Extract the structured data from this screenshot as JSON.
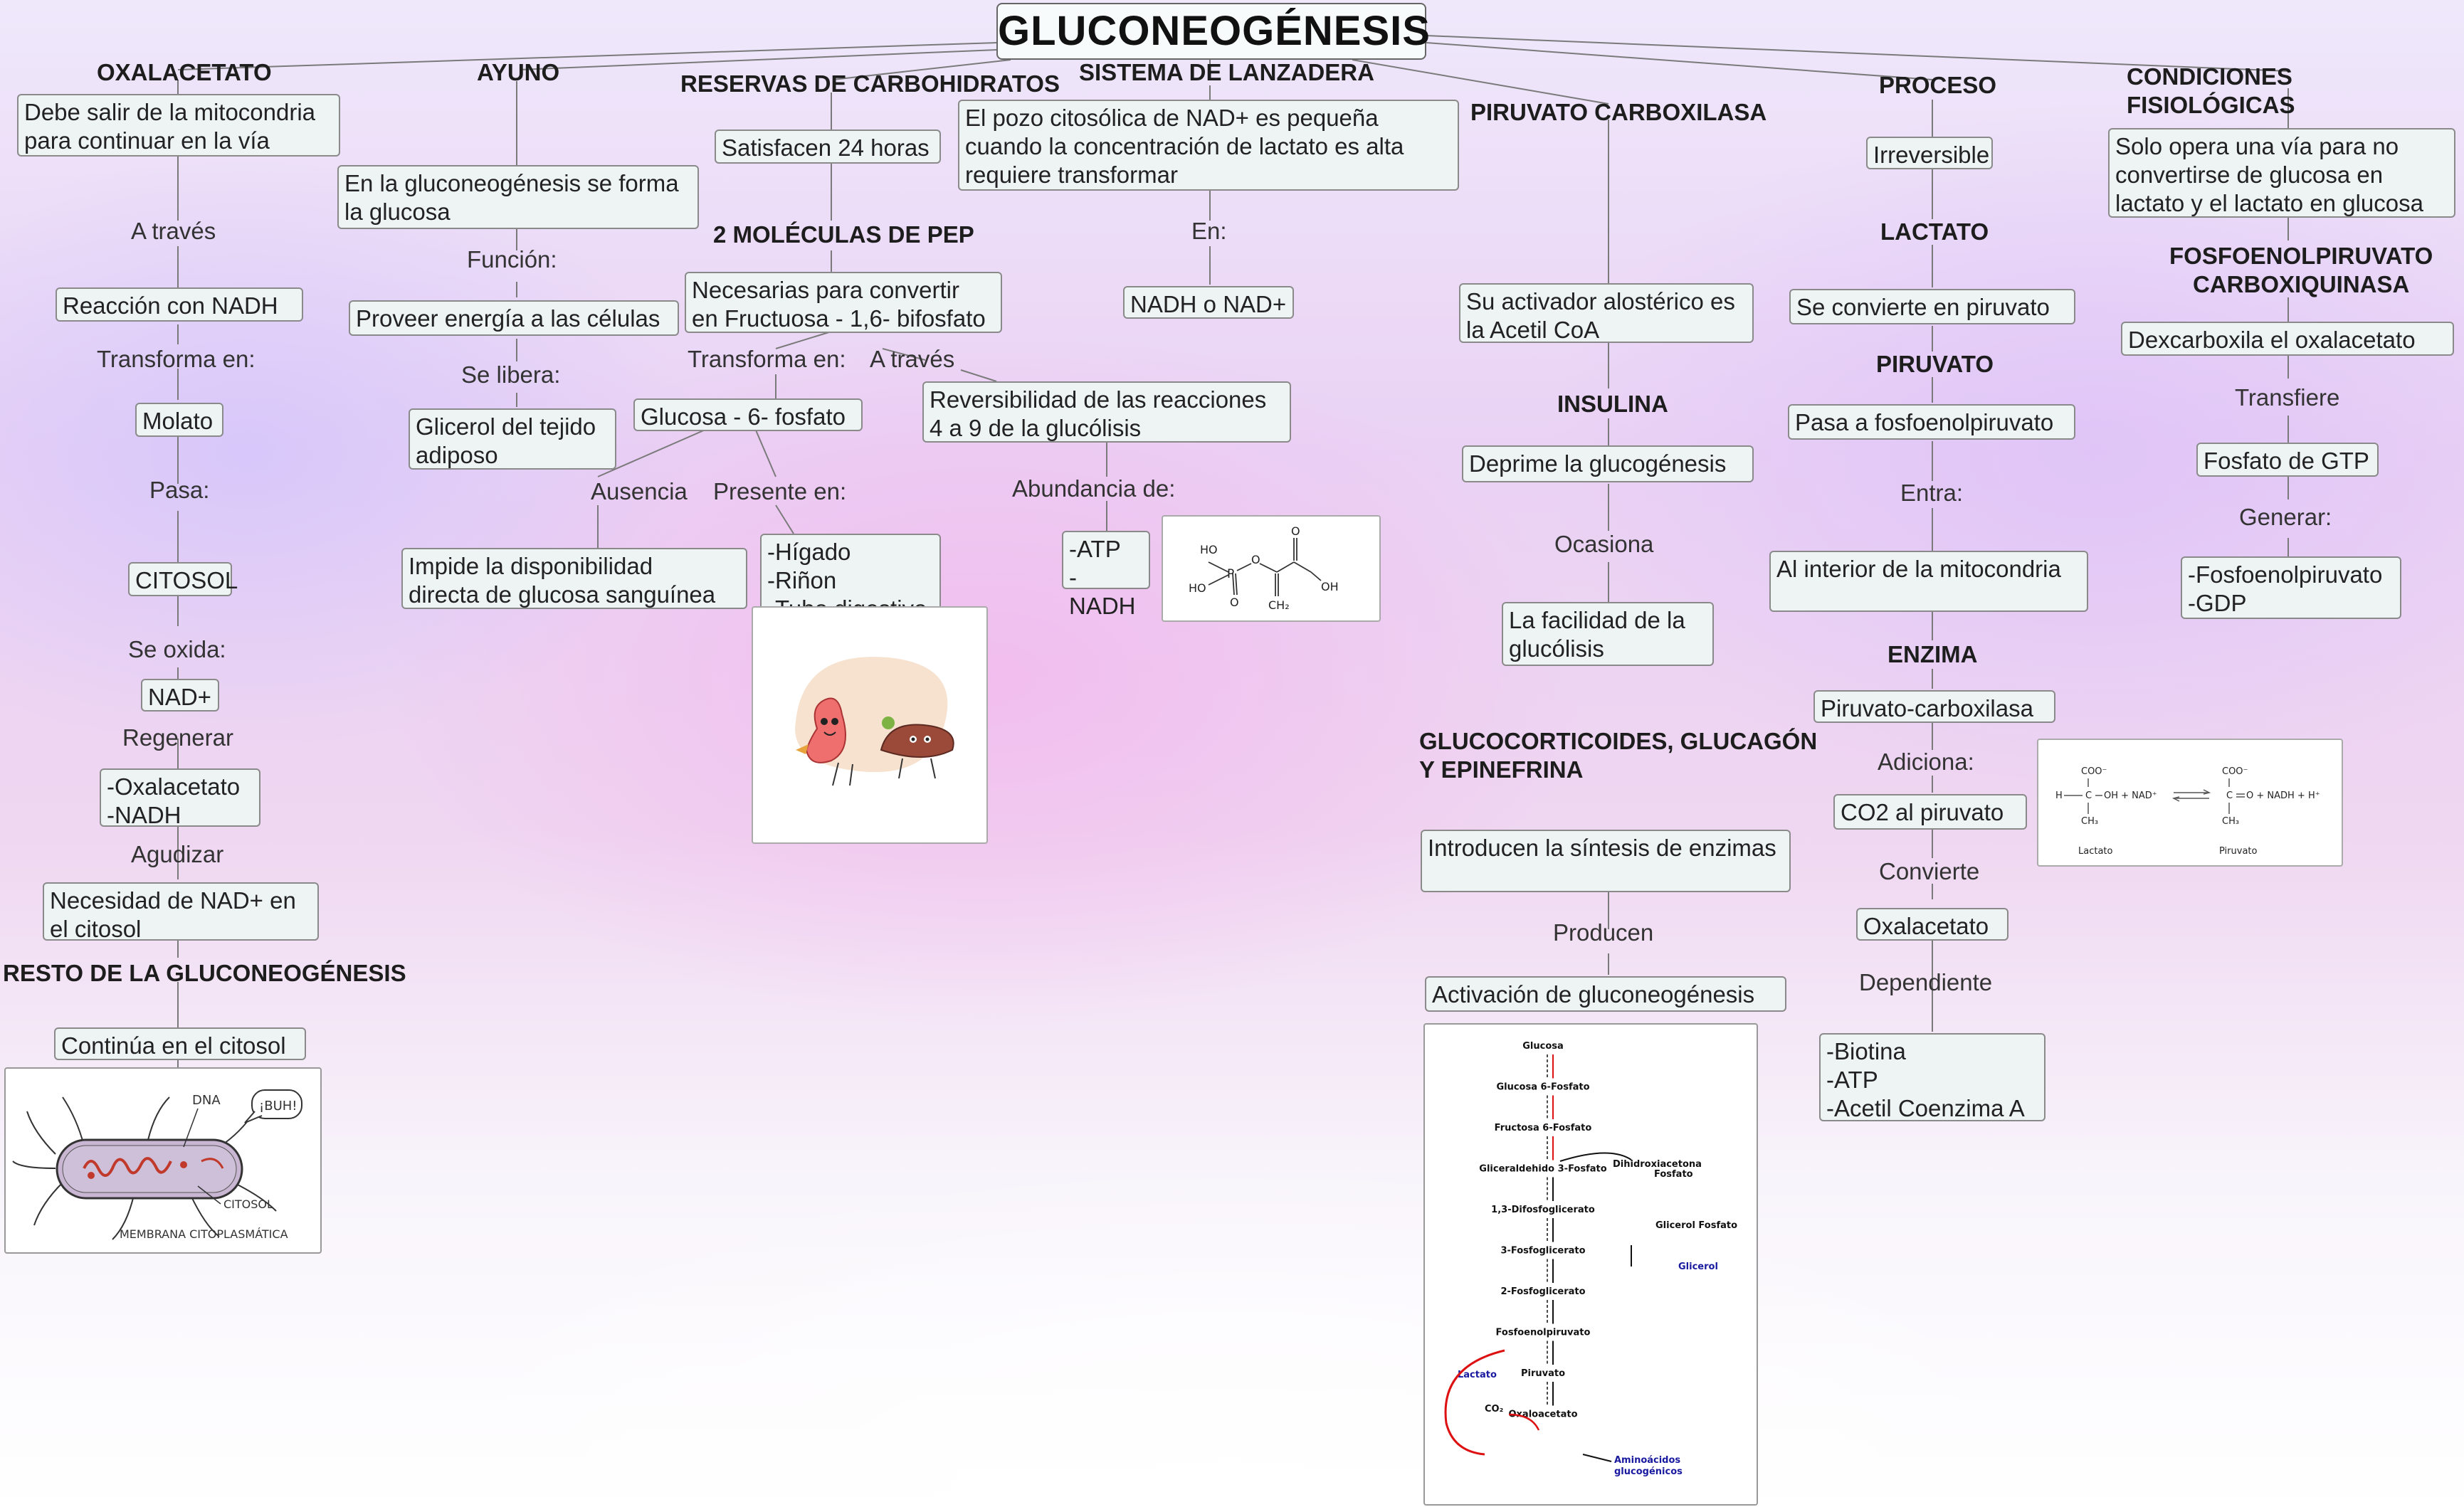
{
  "title": "GLUCONEOGÉNESIS",
  "oxalacetato": {
    "heading": "OXALACETATO",
    "box1": "Debe salir de la mitocondria\npara continuar en la vía",
    "l1": "A través",
    "box2": "Reacción con NADH",
    "l2": "Transforma en:",
    "box3": "Molato",
    "l3": "Pasa:",
    "box4": "CITOSOL",
    "l4": "Se oxida:",
    "box5": "NAD+",
    "l5": "Regenerar",
    "box6": "-Oxalacetato\n-NADH",
    "l6": "Agudizar",
    "box7": "Necesidad de NAD+ en\nel citosol",
    "heading2": "RESTO DE LA GLUCONEOGÉNESIS",
    "box8": "Continúa en el citosol",
    "img_labels": {
      "dna": "DNA",
      "buh": "¡BUH!",
      "citosol": "CITOSOL",
      "membrana": "MEMBRANA CITOPLASMÁTICA"
    }
  },
  "ayuno": {
    "heading": "AYUNO",
    "box1": "En la gluconeogénesis se forma\nla glucosa",
    "l1": "Función:",
    "box2": "Proveer energía a las células",
    "l2": "Se libera:",
    "box3": "Glicerol del tejido\nadiposo"
  },
  "reservas": {
    "heading": "RESERVAS DE CARBOHIDRATOS",
    "box1": "Satisfacen 24 horas",
    "heading2": "2 MOLÉCULAS DE PEP",
    "box2": "Necesarias para convertir\nen Fructuosa - 1,6- bifosfato",
    "l_transforma": "Transforma en:",
    "l_atraves": "A través",
    "box_g6p": "Glucosa - 6- fosfato",
    "box_rev": "Reversibilidad de las reacciones\n4 a 9 de la glucólisis",
    "l_ausencia": "Ausencia",
    "l_presente": "Presente en:",
    "box_impide": "Impide la disponibilidad\ndirecta de glucosa sanguínea",
    "box_organos": "-Hígado\n-Riñon\n-Tubo digestivo",
    "l_abundancia": "Abundancia de:",
    "box_atp": "-ATP\n-NADH",
    "pep_labels": {
      "ho1": "HO",
      "ho2": "HO",
      "p": "P",
      "o1": "O",
      "o2": "O",
      "o3": "O",
      "oh": "OH",
      "ch2": "CH₂"
    }
  },
  "lanzadera": {
    "heading": "SISTEMA DE LANZADERA",
    "box1": "El pozo citosólica de NAD+ es pequeña\ncuando la concentración de lactato es alta\nrequiere transformar",
    "l1": "En:",
    "box2": "NADH o NAD+"
  },
  "piruvato_carb": {
    "heading": "PIRUVATO CARBOXILASA",
    "box1": "Su activador alostérico es\nla Acetil CoA",
    "heading2": "INSULINA",
    "box2": "Deprime la glucogénesis",
    "l1": "Ocasiona",
    "box3": "La facilidad de la\nglucólisis",
    "heading3": "GLUCOCORTICOIDES, GLUCAGÓN\nY EPINEFRINA",
    "box4": "Introducen la síntesis de enzimas",
    "l2": "Producen",
    "box5": "Activación de gluconeogénesis"
  },
  "pathway": {
    "steps": [
      "Glucosa",
      "Glucosa 6-Fosfato",
      "Fructosa 6-Fosfato",
      "Gliceraldehido 3-Fosfato",
      "1,3-Difosfoglicerato",
      "3-Fosfoglicerato",
      "2-Fosfoglicerato",
      "Fosfoenolpiruvato",
      "Piruvato",
      "Oxaloacetato"
    ],
    "dihidroxi": "Dihidroxiacetona\nFosfato",
    "glicerol_fosfato": "Glicerol Fosfato",
    "glicerol": "Glicerol",
    "lactato": "Lactato",
    "co2": "CO₂",
    "aminoacidos": "Aminoácidos\nglucogénicos"
  },
  "proceso": {
    "heading": "PROCESO",
    "box1": "Irreversible",
    "heading2": "LACTATO",
    "box2": "Se convierte en piruvato",
    "heading3": "PIRUVATO",
    "box3": "Pasa a fosfoenolpiruvato",
    "l1": "Entra:",
    "box4": "Al interior de la mitocondria",
    "heading4": "ENZIMA",
    "box5": "Piruvato-carboxilasa",
    "l2": "Adiciona:",
    "box6": "CO2 al piruvato",
    "l3": "Convierte",
    "box7": "Oxalacetato",
    "l4": "Dependiente",
    "box8": "-Biotina\n-ATP\n-Acetil Coenzima A",
    "rxn": {
      "coo1": "COO⁻",
      "coo2": "COO⁻",
      "h": "H",
      "c1": "C",
      "oh": "OH + NAD⁺",
      "c2": "C",
      "o": "O + NADH + H⁺",
      "ch3a": "CH₃",
      "ch3b": "CH₃",
      "lactato": "Lactato",
      "piruvato": "Piruvato"
    }
  },
  "condiciones": {
    "heading": "CONDICIONES FISIOLÓGICAS",
    "box1": "Solo opera una vía para no\nconvertirse de glucosa en\nlactato y el lactato en glucosa",
    "heading2": "FOSFOENOLPIRUVATO\nCARBOXIQUINASA",
    "box2": "Dexcarboxila el oxalacetato",
    "l1": "Transfiere",
    "box3": "Fosfato de GTP",
    "l2": "Generar:",
    "box4": "-Fosfoenolpiruvato\n-GDP"
  }
}
